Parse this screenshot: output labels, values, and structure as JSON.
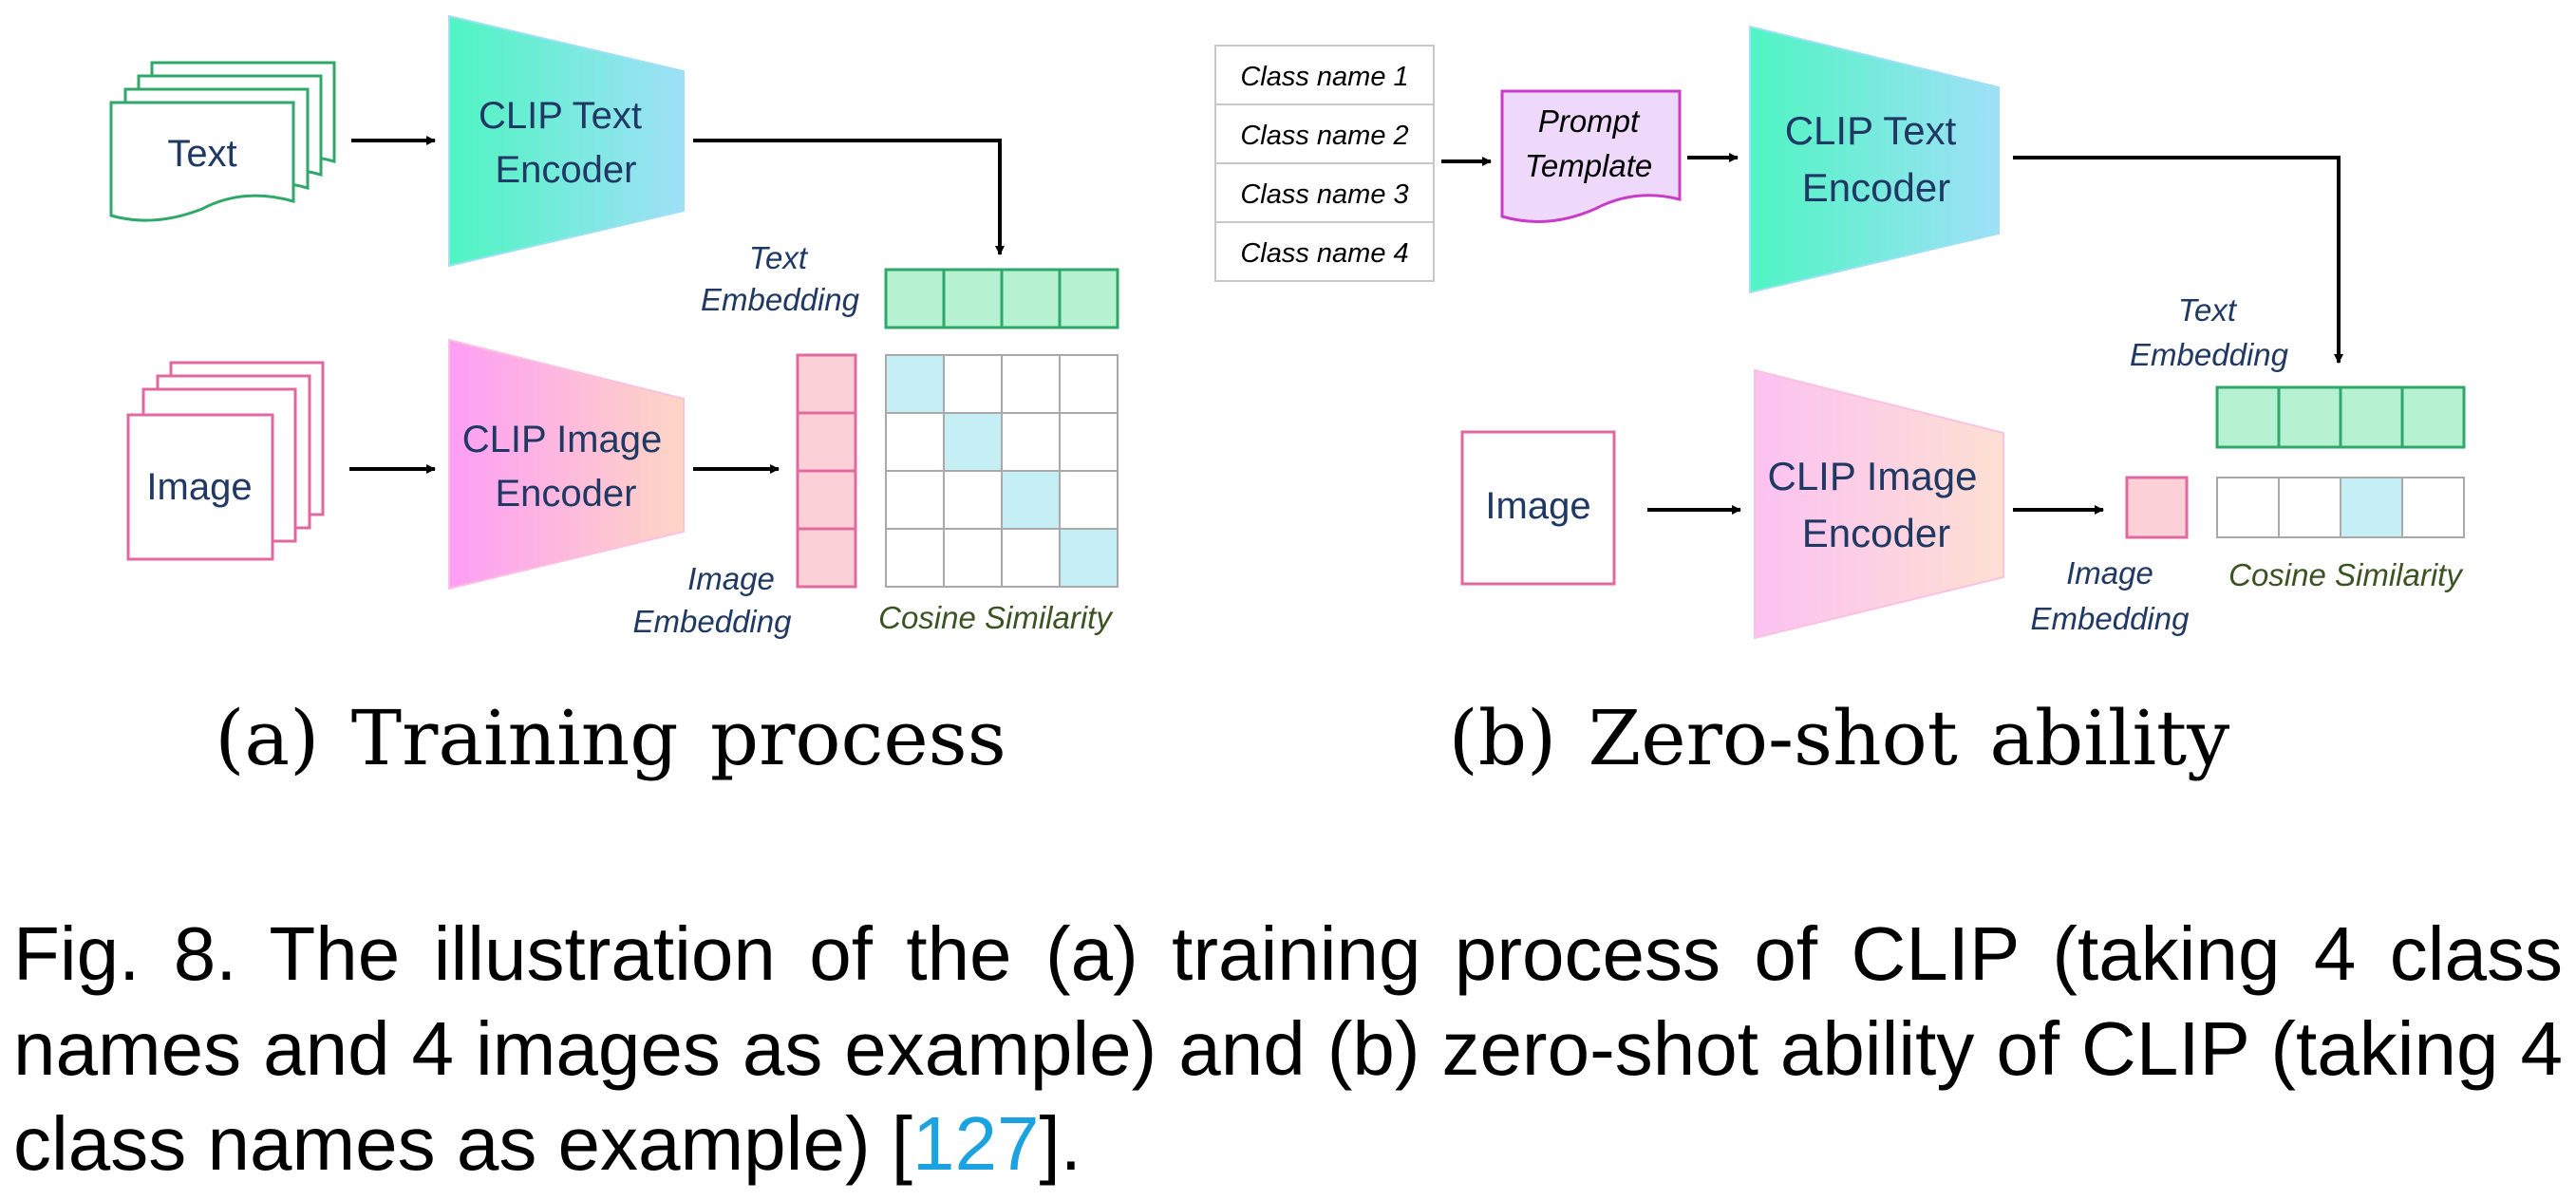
{
  "panel_a": {
    "text_label": "Text",
    "text_encoder": [
      "CLIP Text",
      "Encoder"
    ],
    "image_label": "Image",
    "image_encoder": [
      "CLIP Image",
      "Encoder"
    ],
    "text_embedding": [
      "Text",
      "Embedding"
    ],
    "image_embedding": [
      "Image",
      "Embedding"
    ],
    "cosine": "Cosine Similarity",
    "subcaption": "(a) Training process"
  },
  "panel_b": {
    "class_names": [
      "Class name 1",
      "Class name 2",
      "Class name 3",
      "Class name 4"
    ],
    "prompt": [
      "Prompt",
      "Template"
    ],
    "text_encoder": [
      "CLIP Text",
      "Encoder"
    ],
    "image_label": "Image",
    "image_encoder": [
      "CLIP Image",
      "Encoder"
    ],
    "text_embedding": [
      "Text",
      "Embedding"
    ],
    "image_embedding": [
      "Image",
      "Embedding"
    ],
    "cosine": "Cosine Similarity",
    "subcaption": "(b) Zero-shot ability"
  },
  "caption": {
    "text": "Fig. 8. The illustration of the (a) training process of CLIP (taking 4 class names and 4 images as example) and (b) zero-shot ability of CLIP (taking 4 class names as example) [",
    "ref": "127",
    "end": "]."
  },
  "colors": {
    "green_stroke": "#2fa86a",
    "green_fill": "#b6f2d2",
    "pink_stroke": "#e06aa0",
    "pink_fill": "#fbd0d6",
    "cyan_fill": "#c6eef5",
    "grid": "#a9a9a9",
    "navy_text": "#1f3864",
    "olive_text": "#3b5323",
    "prompt_fill": "#eed9fb",
    "prompt_stroke": "#c93cc7"
  }
}
